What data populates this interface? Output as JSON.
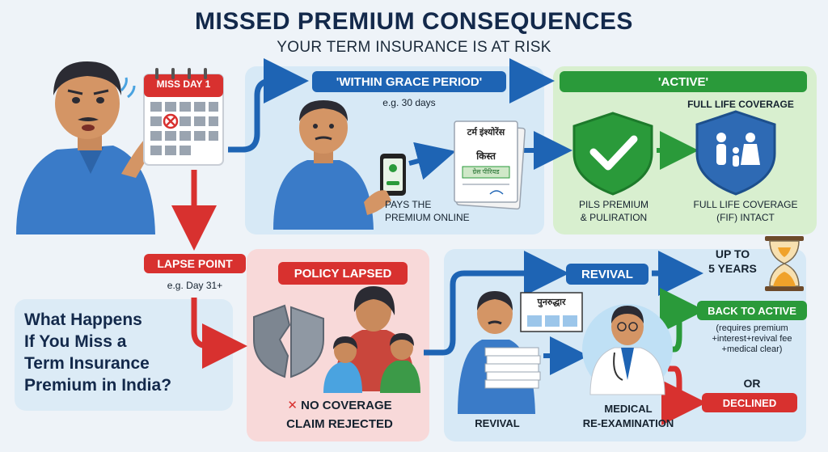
{
  "header": {
    "title": "MISSED PREMIUM CONSEQUENCES",
    "subtitle": "YOUR TERM INSURANCE IS AT RISK"
  },
  "calendar": {
    "label": "MISS DAY 1"
  },
  "grace": {
    "title": "'WITHIN GRACE PERIOD'",
    "example": "e.g. 30 days",
    "doc_line1": "टर्म इंश्योरेंस",
    "doc_line2": "किस्त",
    "doc_stamp": "ग्रेस पीरियड",
    "action_line1": "PAYS THE",
    "action_line2": "PREMIUM ONLINE"
  },
  "active": {
    "title": "'ACTIVE'",
    "coverage_heading": "FULL LIFE COVERAGE",
    "left_line1": "PILS PREMIUM",
    "left_line2": "& PULIRATION",
    "right_line1": "FULL LIFE COVERAGE",
    "right_line2": "(FIF) INTACT"
  },
  "lapse": {
    "title": "LAPSE POINT",
    "example": "e.g. Day 31+"
  },
  "lapsed": {
    "title": "POLICY LAPSED",
    "line1": "NO COVERAGE",
    "line2": "CLAIM REJECTED"
  },
  "revival": {
    "title": "REVIVAL",
    "limit_line1": "UP TO",
    "limit_line2": "5 YEARS",
    "sign": "पुनरुद्धार",
    "person_label": "REVIVAL",
    "doctor_line1": "MEDICAL",
    "doctor_line2": "RE-EXAMINATION",
    "back_active": "BACK TO ACTIVE",
    "req_line1": "(requires premium",
    "req_line2": "+interest+revival fee",
    "req_line3": "+medical clear)",
    "or": "OR",
    "declined": "DECLINED"
  },
  "question": {
    "line1": "What Happens",
    "line2": "If You Miss a",
    "line3": "Term Insurance",
    "line4": "Premium in India?"
  },
  "colors": {
    "blue": "#1e64b4",
    "green": "#2a9a3a",
    "red": "#d8312f",
    "navy": "#13294b"
  }
}
